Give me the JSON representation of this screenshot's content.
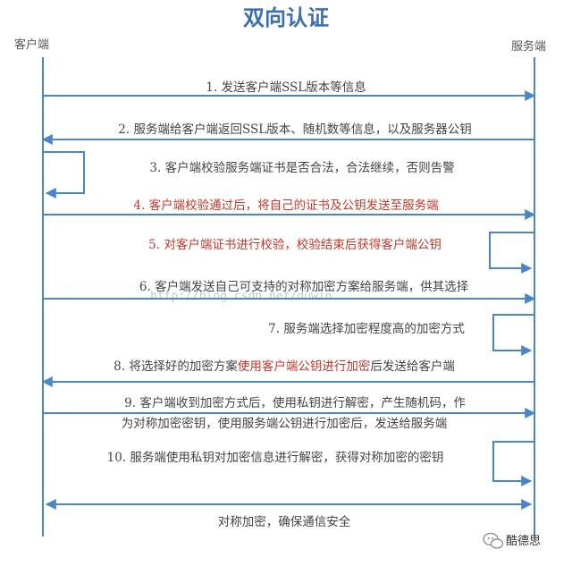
{
  "title": "双向认证",
  "parties": {
    "client": "客户端",
    "server": "服务端"
  },
  "colors": {
    "line": "#4a86c5",
    "title": "#3a6fb0",
    "text": "#444444",
    "highlight": "#c0392b"
  },
  "steps": [
    {
      "id": "s1",
      "parts": [
        {
          "t": "1. 发送客户端SSL版本等信息"
        }
      ]
    },
    {
      "id": "s2",
      "parts": [
        {
          "t": "2. 服务端给客户端返回SSL版本、随机数等信息，以及服务器公钥"
        }
      ]
    },
    {
      "id": "s3",
      "parts": [
        {
          "t": "3. 客户端校验服务端证书是否合法，合法继续，否则告警"
        }
      ]
    },
    {
      "id": "s4",
      "parts": [
        {
          "t": "4. 客户端校验通过后，将自己的证书及公钥发送至服务端",
          "red": true
        }
      ]
    },
    {
      "id": "s5",
      "parts": [
        {
          "t": "5. 对客户端证书进行校验，校验结束后获得客户端公钥",
          "red": true
        }
      ]
    },
    {
      "id": "s6",
      "parts": [
        {
          "t": "6. 客户端发送自己可支持的对称加密方案给服务端，供其选择"
        }
      ]
    },
    {
      "id": "s7",
      "parts": [
        {
          "t": "7. 服务端选择加密程度高的加密方式"
        }
      ]
    },
    {
      "id": "s8",
      "parts": [
        {
          "t": "8. 将选择好的加密方案"
        },
        {
          "t": "使用客户端公钥进行加密",
          "red": true
        },
        {
          "t": "后发送给客户端"
        }
      ]
    },
    {
      "id": "s9a",
      "parts": [
        {
          "t": "9. 客户端收到加密方式后，使用私钥进行解密，产生随机码，作"
        }
      ]
    },
    {
      "id": "s9b",
      "parts": [
        {
          "t": "为对称加密密钥，使用服务端公钥进行加密后，发送给服务端"
        }
      ]
    },
    {
      "id": "s10",
      "parts": [
        {
          "t": "10. 服务端使用私钥对加密信息进行解密，获得对称加密的密钥"
        }
      ]
    },
    {
      "id": "s11",
      "parts": [
        {
          "t": "对称加密，确保通信安全"
        }
      ]
    }
  ],
  "watermark": "http://blog.csdn.net/duwin",
  "brand": "酷德思"
}
